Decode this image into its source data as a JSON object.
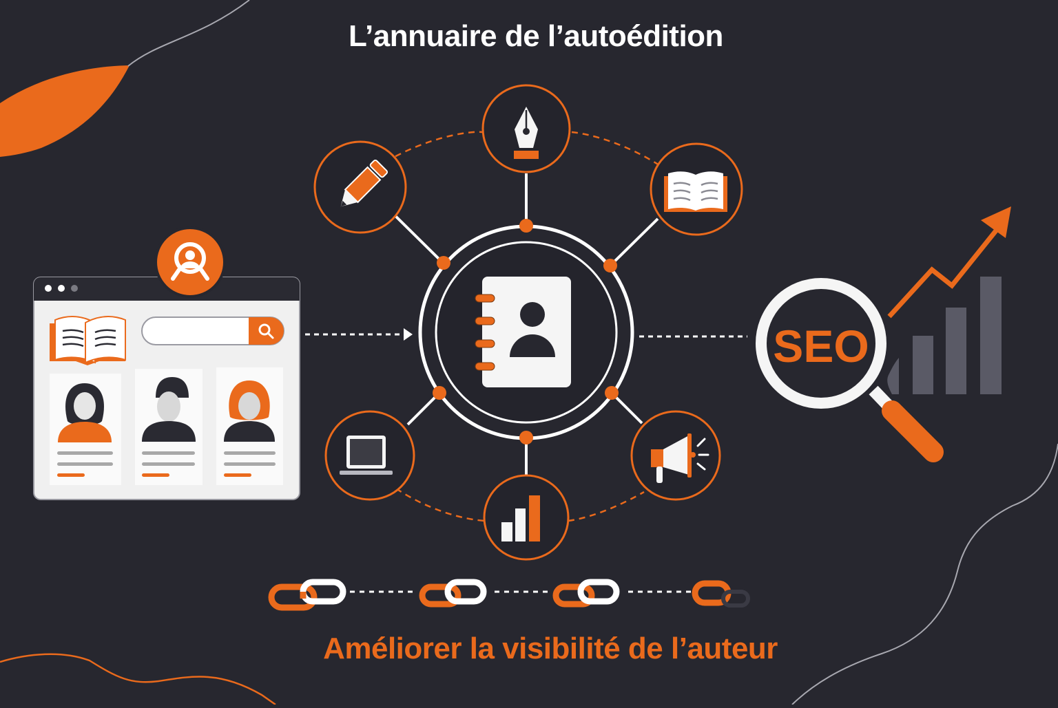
{
  "title": "L’annuaire de l’autoédition",
  "subtitle": "Améliorer la visibilité de l’auteur",
  "colors": {
    "background": "#27272f",
    "accent": "#ea6a1c",
    "white": "#f5f5f5",
    "panel": "#efefef",
    "muted_bars": "#5a5a66"
  },
  "directory_window": {
    "window_dots": 3,
    "badge_icon": "user-search-icon",
    "logo_icon": "open-book-icon",
    "search": {
      "value": "",
      "button_icon": "search-icon"
    },
    "profiles": [
      {
        "icon": "woman-avatar-icon",
        "hair": "dark",
        "shirt": "orange"
      },
      {
        "icon": "man-avatar-icon",
        "hair": "dark",
        "shirt": "dark"
      },
      {
        "icon": "woman-avatar-icon",
        "hair": "orange",
        "shirt": "dark"
      }
    ]
  },
  "hub": {
    "center_icon": "address-book-icon",
    "satellites": [
      {
        "position": "top",
        "icon": "fountain-pen-icon"
      },
      {
        "position": "top-left",
        "icon": "pencil-icon"
      },
      {
        "position": "top-right",
        "icon": "open-book-icon"
      },
      {
        "position": "bottom-left",
        "icon": "laptop-icon"
      },
      {
        "position": "bottom",
        "icon": "bar-chart-icon"
      },
      {
        "position": "bottom-right",
        "icon": "megaphone-icon"
      }
    ]
  },
  "seo": {
    "label": "SEO",
    "bars": [
      1,
      2,
      3,
      4
    ],
    "trend_icon": "trend-up-arrow-icon"
  },
  "links_chain": {
    "count": 4,
    "icon": "chain-link-icon"
  }
}
